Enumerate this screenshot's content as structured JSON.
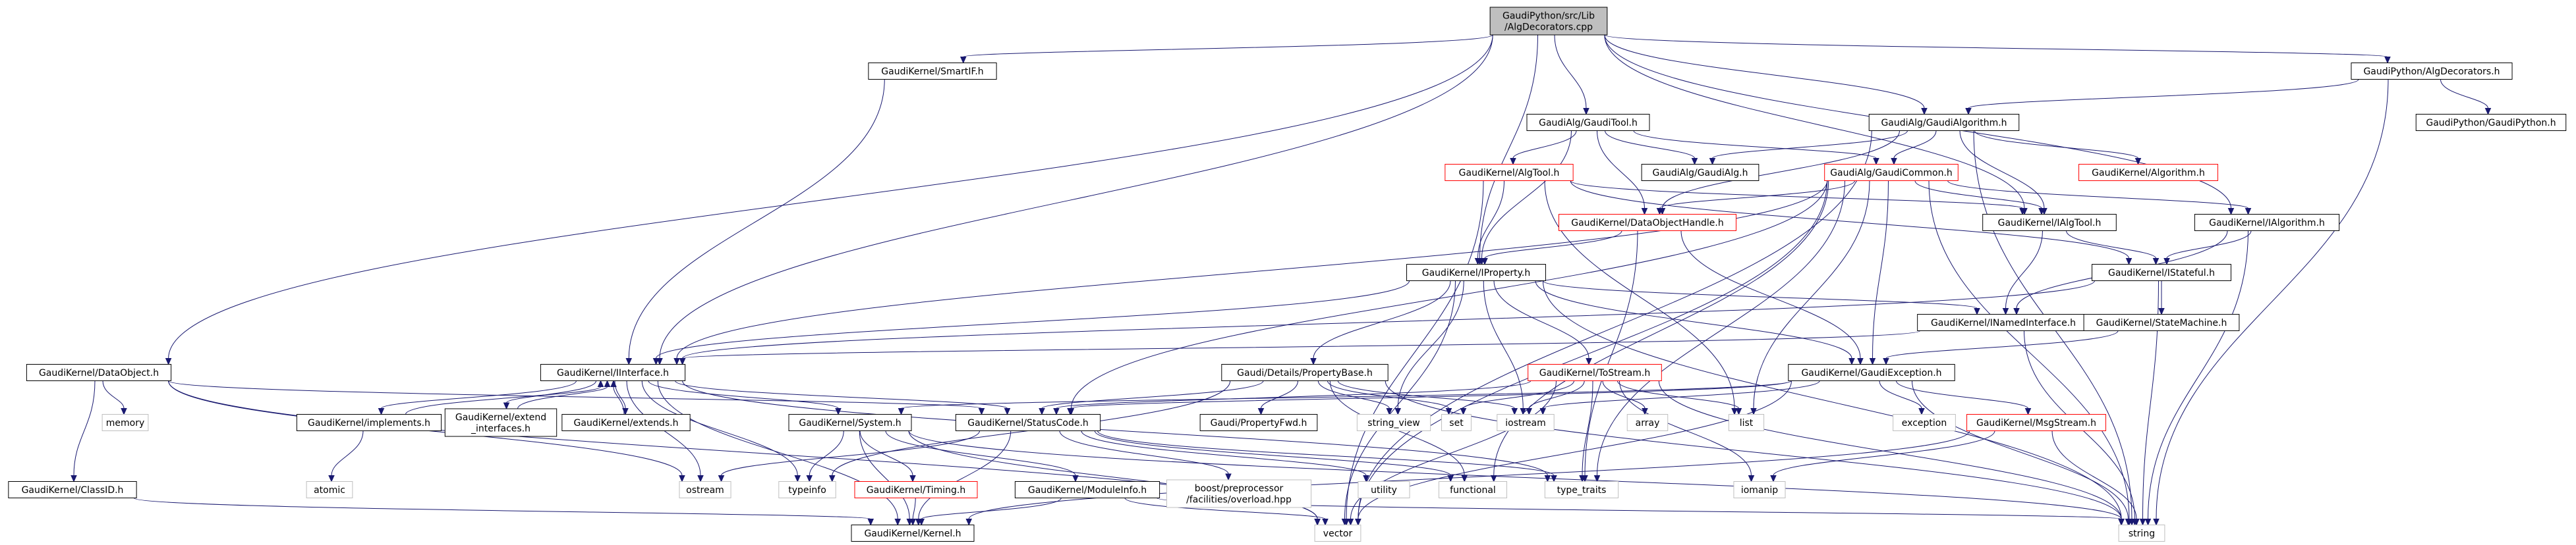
{
  "diagram": {
    "kind": "include-dependency-graph",
    "colors": {
      "edge": "#191970",
      "root_fill": "#bfbfbf",
      "node_fill": "#ffffff",
      "node_border": "#000000",
      "node_border_truncated": "#ff0000",
      "text": "#000000"
    },
    "nodes": [
      {
        "id": "root",
        "label": [
          "GaudiPython/src/Lib",
          "/AlgDecorators.cpp"
        ],
        "root": true
      },
      {
        "id": "smartif",
        "label": [
          "GaudiKernel/SmartIF.h"
        ]
      },
      {
        "id": "gauditool",
        "label": [
          "GaudiAlg/GaudiTool.h"
        ]
      },
      {
        "id": "gpad",
        "label": [
          "GaudiPython/AlgDecorators.h"
        ]
      },
      {
        "id": "gaudialgorithm",
        "label": [
          "GaudiAlg/GaudiAlgorithm.h"
        ]
      },
      {
        "id": "gpgp",
        "label": [
          "GaudiPython/GaudiPython.h"
        ]
      },
      {
        "id": "algtool",
        "label": [
          "GaudiKernel/AlgTool.h"
        ],
        "truncated": true
      },
      {
        "id": "gaudialg",
        "label": [
          "GaudiAlg/GaudiAlg.h"
        ]
      },
      {
        "id": "gaudicommon",
        "label": [
          "GaudiAlg/GaudiCommon.h"
        ],
        "truncated": true
      },
      {
        "id": "kalgorithm",
        "label": [
          "GaudiKernel/Algorithm.h"
        ],
        "truncated": true
      },
      {
        "id": "dataobjecthandle",
        "label": [
          "GaudiKernel/DataObjectHandle.h"
        ],
        "truncated": true
      },
      {
        "id": "ialgtool",
        "label": [
          "GaudiKernel/IAlgTool.h"
        ]
      },
      {
        "id": "ialgorithm",
        "label": [
          "GaudiKernel/IAlgorithm.h"
        ]
      },
      {
        "id": "iproperty",
        "label": [
          "GaudiKernel/IProperty.h"
        ]
      },
      {
        "id": "istateful",
        "label": [
          "GaudiKernel/IStateful.h"
        ]
      },
      {
        "id": "inamedinterface",
        "label": [
          "GaudiKernel/INamedInterface.h"
        ]
      },
      {
        "id": "statemachine",
        "label": [
          "GaudiKernel/StateMachine.h"
        ]
      },
      {
        "id": "dataobject",
        "label": [
          "GaudiKernel/DataObject.h"
        ]
      },
      {
        "id": "iinterface",
        "label": [
          "GaudiKernel/IInterface.h"
        ]
      },
      {
        "id": "propertybase",
        "label": [
          "Gaudi/Details/PropertyBase.h"
        ]
      },
      {
        "id": "tostream",
        "label": [
          "GaudiKernel/ToStream.h"
        ],
        "truncated": true
      },
      {
        "id": "gaudiexception",
        "label": [
          "GaudiKernel/GaudiException.h"
        ]
      },
      {
        "id": "memory",
        "label": [
          "memory"
        ],
        "plain": true
      },
      {
        "id": "implements",
        "label": [
          "GaudiKernel/implements.h"
        ]
      },
      {
        "id": "extendinterfaces",
        "label": [
          "GaudiKernel/extend",
          "_interfaces.h"
        ]
      },
      {
        "id": "extends",
        "label": [
          "GaudiKernel/extends.h"
        ]
      },
      {
        "id": "system",
        "label": [
          "GaudiKernel/System.h"
        ]
      },
      {
        "id": "statuscode",
        "label": [
          "GaudiKernel/StatusCode.h"
        ]
      },
      {
        "id": "propertyfwd",
        "label": [
          "Gaudi/PropertyFwd.h"
        ]
      },
      {
        "id": "string_view",
        "label": [
          "string_view"
        ],
        "plain": true
      },
      {
        "id": "set",
        "label": [
          "set"
        ],
        "plain": true
      },
      {
        "id": "iostream",
        "label": [
          "iostream"
        ],
        "plain": true
      },
      {
        "id": "array",
        "label": [
          "array"
        ],
        "plain": true
      },
      {
        "id": "list",
        "label": [
          "list"
        ],
        "plain": true
      },
      {
        "id": "exception",
        "label": [
          "exception"
        ],
        "plain": true
      },
      {
        "id": "msgstream",
        "label": [
          "GaudiKernel/MsgStream.h"
        ],
        "truncated": true
      },
      {
        "id": "classid",
        "label": [
          "GaudiKernel/ClassID.h"
        ]
      },
      {
        "id": "atomic",
        "label": [
          "atomic"
        ],
        "plain": true
      },
      {
        "id": "ostream",
        "label": [
          "ostream"
        ],
        "plain": true
      },
      {
        "id": "typeinfo",
        "label": [
          "typeinfo"
        ],
        "plain": true
      },
      {
        "id": "timing",
        "label": [
          "GaudiKernel/Timing.h"
        ],
        "truncated": true
      },
      {
        "id": "moduleinfo",
        "label": [
          "GaudiKernel/ModuleInfo.h"
        ]
      },
      {
        "id": "overload",
        "label": [
          "boost/preprocessor",
          "/facilities/overload.hpp"
        ],
        "plain": true
      },
      {
        "id": "utility",
        "label": [
          "utility"
        ],
        "plain": true
      },
      {
        "id": "functional",
        "label": [
          "functional"
        ],
        "plain": true
      },
      {
        "id": "type_traits",
        "label": [
          "type_traits"
        ],
        "plain": true
      },
      {
        "id": "iomanip",
        "label": [
          "iomanip"
        ],
        "plain": true
      },
      {
        "id": "kernel",
        "label": [
          "GaudiKernel/Kernel.h"
        ]
      },
      {
        "id": "vector",
        "label": [
          "vector"
        ],
        "plain": true
      },
      {
        "id": "string",
        "label": [
          "string"
        ],
        "plain": true
      }
    ],
    "edges": [
      [
        "root",
        "smartif"
      ],
      [
        "root",
        "gauditool"
      ],
      [
        "root",
        "gpad"
      ],
      [
        "root",
        "gaudialgorithm"
      ],
      [
        "root",
        "dataobject"
      ],
      [
        "root",
        "iinterface"
      ],
      [
        "root",
        "iproperty"
      ],
      [
        "root",
        "ialgorithm"
      ],
      [
        "root",
        "ialgtool"
      ],
      [
        "smartif",
        "iinterface"
      ],
      [
        "gauditool",
        "algtool"
      ],
      [
        "gauditool",
        "gaudialg"
      ],
      [
        "gauditool",
        "gaudicommon"
      ],
      [
        "gauditool",
        "dataobjecthandle"
      ],
      [
        "gauditool",
        "iproperty"
      ],
      [
        "gpad",
        "gaudialgorithm"
      ],
      [
        "gpad",
        "gpgp"
      ],
      [
        "gpad",
        "string"
      ],
      [
        "gaudialgorithm",
        "gaudialg"
      ],
      [
        "gaudialgorithm",
        "gaudicommon"
      ],
      [
        "gaudialgorithm",
        "kalgorithm"
      ],
      [
        "gaudialgorithm",
        "dataobjecthandle"
      ],
      [
        "gaudialgorithm",
        "ialgtool"
      ],
      [
        "gaudialgorithm",
        "vector"
      ],
      [
        "gaudialgorithm",
        "string"
      ],
      [
        "algtool",
        "ialgtool"
      ],
      [
        "algtool",
        "iproperty"
      ],
      [
        "algtool",
        "istateful"
      ],
      [
        "algtool",
        "list"
      ],
      [
        "algtool",
        "vector"
      ],
      [
        "gaudicommon",
        "dataobjecthandle"
      ],
      [
        "gaudicommon",
        "ialgtool"
      ],
      [
        "gaudicommon",
        "ialgorithm"
      ],
      [
        "gaudicommon",
        "iinterface"
      ],
      [
        "gaudicommon",
        "gaudiexception"
      ],
      [
        "gaudicommon",
        "statuscode"
      ],
      [
        "gaudicommon",
        "functional"
      ],
      [
        "gaudicommon",
        "list"
      ],
      [
        "gaudicommon",
        "type_traits"
      ],
      [
        "gaudicommon",
        "vector"
      ],
      [
        "gaudicommon",
        "string"
      ],
      [
        "dataobjecthandle",
        "iproperty"
      ],
      [
        "dataobjecthandle",
        "gaudiexception"
      ],
      [
        "dataobjecthandle",
        "type_traits"
      ],
      [
        "ialgtool",
        "istateful"
      ],
      [
        "ialgtool",
        "inamedinterface"
      ],
      [
        "ialgorithm",
        "istateful"
      ],
      [
        "ialgorithm",
        "inamedinterface"
      ],
      [
        "ialgorithm",
        "string"
      ],
      [
        "istateful",
        "statemachine"
      ],
      [
        "istateful",
        "iinterface"
      ],
      [
        "istateful",
        "string"
      ],
      [
        "iproperty",
        "inamedinterface"
      ],
      [
        "iproperty",
        "iinterface"
      ],
      [
        "iproperty",
        "propertybase"
      ],
      [
        "iproperty",
        "tostream"
      ],
      [
        "iproperty",
        "gaudiexception"
      ],
      [
        "iproperty",
        "iostream"
      ],
      [
        "iproperty",
        "string_view"
      ],
      [
        "iproperty",
        "string"
      ],
      [
        "iproperty",
        "vector"
      ],
      [
        "inamedinterface",
        "iinterface"
      ],
      [
        "inamedinterface",
        "string"
      ],
      [
        "statemachine",
        "gaudiexception"
      ],
      [
        "dataobject",
        "classid"
      ],
      [
        "dataobject",
        "statuscode"
      ],
      [
        "dataobject",
        "memory"
      ],
      [
        "dataobject",
        "ostream"
      ],
      [
        "dataobject",
        "vector"
      ],
      [
        "iinterface",
        "implements"
      ],
      [
        "iinterface",
        "extendinterfaces"
      ],
      [
        "iinterface",
        "extends"
      ],
      [
        "iinterface",
        "system"
      ],
      [
        "iinterface",
        "statuscode"
      ],
      [
        "iinterface",
        "kernel"
      ],
      [
        "iinterface",
        "ostream"
      ],
      [
        "iinterface",
        "typeinfo"
      ],
      [
        "iinterface",
        "type_traits"
      ],
      [
        "implements",
        "iinterface"
      ],
      [
        "implements",
        "atomic"
      ],
      [
        "extendinterfaces",
        "iinterface"
      ],
      [
        "extends",
        "iinterface"
      ],
      [
        "propertybase",
        "statuscode"
      ],
      [
        "propertybase",
        "propertyfwd"
      ],
      [
        "propertybase",
        "string_view"
      ],
      [
        "propertybase",
        "set"
      ],
      [
        "propertybase",
        "iostream"
      ],
      [
        "propertybase",
        "typeinfo"
      ],
      [
        "propertybase",
        "functional"
      ],
      [
        "propertybase",
        "string"
      ],
      [
        "tostream",
        "statuscode"
      ],
      [
        "tostream",
        "set"
      ],
      [
        "tostream",
        "iostream"
      ],
      [
        "tostream",
        "array"
      ],
      [
        "tostream",
        "list"
      ],
      [
        "tostream",
        "iomanip"
      ],
      [
        "tostream",
        "type_traits"
      ],
      [
        "tostream",
        "vector"
      ],
      [
        "tostream",
        "string"
      ],
      [
        "gaudiexception",
        "statuscode"
      ],
      [
        "gaudiexception",
        "system"
      ],
      [
        "gaudiexception",
        "msgstream"
      ],
      [
        "gaudiexception",
        "exception"
      ],
      [
        "gaudiexception",
        "iostream"
      ],
      [
        "gaudiexception",
        "string"
      ],
      [
        "gaudiexception",
        "vector"
      ],
      [
        "system",
        "kernel"
      ],
      [
        "system",
        "timing"
      ],
      [
        "system",
        "moduleinfo"
      ],
      [
        "system",
        "typeinfo"
      ],
      [
        "system",
        "string"
      ],
      [
        "system",
        "vector"
      ],
      [
        "statuscode",
        "kernel"
      ],
      [
        "statuscode",
        "ostream"
      ],
      [
        "statuscode",
        "overload"
      ],
      [
        "statuscode",
        "utility"
      ],
      [
        "statuscode",
        "functional"
      ],
      [
        "statuscode",
        "type_traits"
      ],
      [
        "msgstream",
        "iomanip"
      ],
      [
        "msgstream",
        "string"
      ],
      [
        "msgstream",
        "kernel"
      ],
      [
        "classid",
        "kernel"
      ],
      [
        "timing",
        "kernel"
      ],
      [
        "moduleinfo",
        "kernel"
      ],
      [
        "moduleinfo",
        "string"
      ],
      [
        "moduleinfo",
        "vector"
      ]
    ]
  }
}
